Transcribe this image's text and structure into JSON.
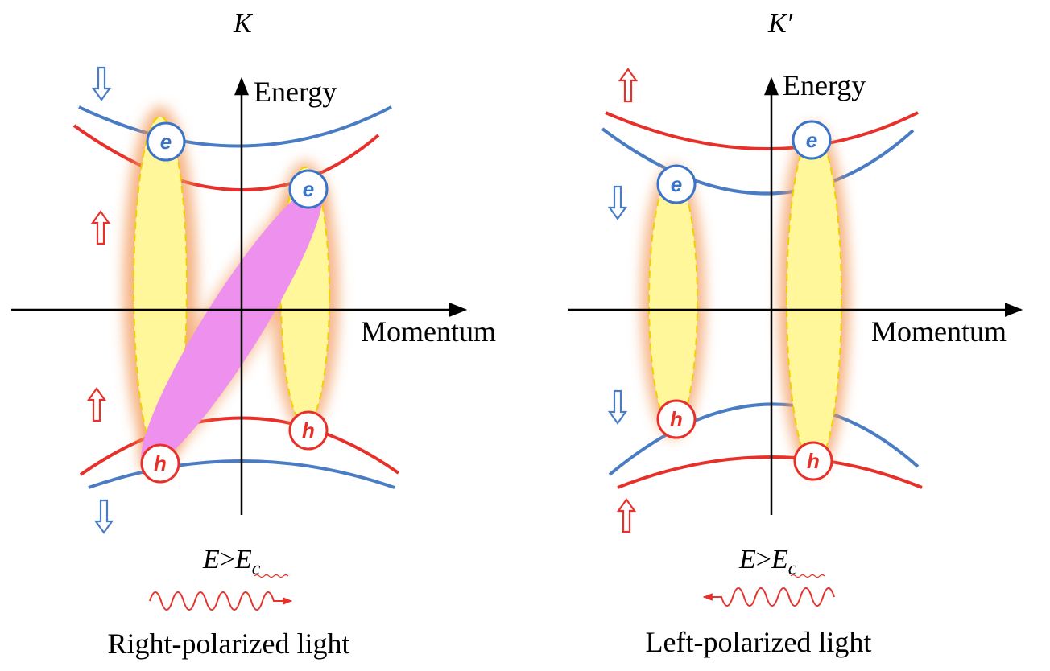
{
  "colors": {
    "spin_up": "#e8302a",
    "spin_down": "#4a7cc4",
    "exciton_fill": "#fff799",
    "exciton_edge": "#f2d000",
    "exciton_glow": "#f39a5a",
    "interband_exciton": "#ee90ee",
    "electron_text": "#3a73c8",
    "hole_text": "#e8302a",
    "light_wave": "#e8302a"
  },
  "panels": [
    {
      "valley": "K",
      "y_axis_label": "Energy",
      "x_axis_label": "Momentum",
      "condition": {
        "e": "E",
        "gt": ">",
        "ec": "E",
        "sub": "c"
      },
      "light_direction": "right",
      "caption": "Right-polarized light",
      "electron_symbol": "e",
      "hole_symbol": "h",
      "icons": [
        "spin-down-arrow-icon",
        "spin-up-arrow-icon",
        "spin-up-arrow-icon",
        "spin-down-arrow-icon",
        "wavy-arrow-icon"
      ]
    },
    {
      "valley": "K′",
      "y_axis_label": "Energy",
      "x_axis_label": "Momentum",
      "condition": {
        "e": "E",
        "gt": ">",
        "ec": "E",
        "sub": "c"
      },
      "light_direction": "left",
      "caption": "Left-polarized light",
      "electron_symbol": "e",
      "hole_symbol": "h",
      "icons": [
        "spin-up-arrow-icon",
        "spin-down-arrow-icon",
        "spin-down-arrow-icon",
        "spin-up-arrow-icon",
        "wavy-arrow-icon"
      ]
    }
  ]
}
